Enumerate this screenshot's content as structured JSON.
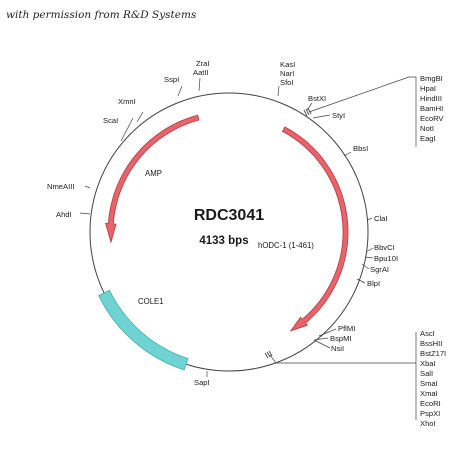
{
  "credit": "with permission from R&D Systems",
  "plasmid": {
    "name": "RDC3041",
    "size": "4133 bps"
  },
  "features": [
    {
      "label": "AMP",
      "color": "#e8636a"
    },
    {
      "label": "hODC-1 (1-461)",
      "color": "#e8636a"
    },
    {
      "label": "COLE1",
      "color": "#6fd3d3"
    }
  ],
  "sites": [
    "ZraI",
    "AatII",
    "SspI",
    "XmnI",
    "ScaI",
    "NmeAIII",
    "AhdI",
    "KasI",
    "NarI",
    "SfoI",
    "BstXI",
    "StyI",
    "BbsI",
    "ClaI",
    "BbvCI",
    "Bpu10I",
    "SgrAI",
    "BlpI",
    "PflMI",
    "BspMI",
    "NsiI",
    "SapI"
  ],
  "mcs_top": [
    "BmgBI",
    "HpaI",
    "HindIII",
    "BamHI",
    "EcoRV",
    "NotI",
    "EagI"
  ],
  "mcs_bottom": [
    "AscI",
    "BssHII",
    "BstZ17I",
    "XbaI",
    "SalI",
    "SmaI",
    "XmaI",
    "EcoRI",
    "PspXI",
    "XhoI"
  ]
}
